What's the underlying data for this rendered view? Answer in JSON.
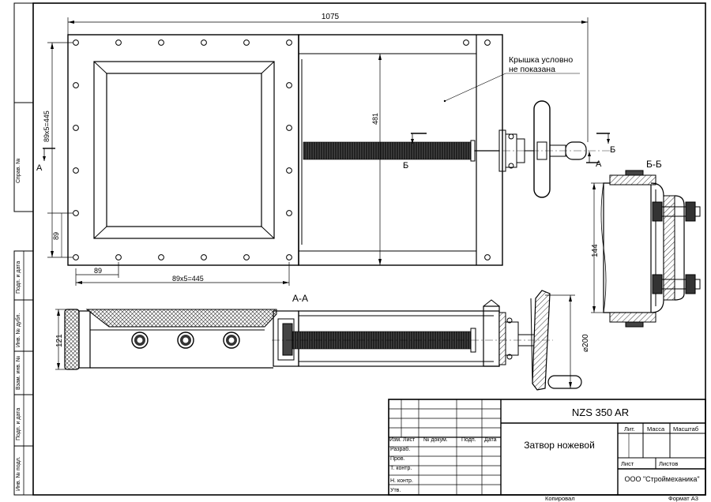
{
  "drawing": {
    "dims": {
      "overall_width": "1075",
      "height_481": "481",
      "side_pitch": "89x5=445",
      "bottom_pitch": "89x5=445",
      "side_89": "89",
      "bottom_89": "89",
      "section_121": "121",
      "diameter_200": "⌀200",
      "section_144": "144"
    },
    "note": {
      "line1": "Крышка условно",
      "line2": "не показана"
    },
    "section_marks": {
      "a_left": "A",
      "a_right": "A",
      "b_top": "Б",
      "b_right": "Б",
      "section_aa": "А-А",
      "section_bb": "Б-Б"
    }
  },
  "side_stamps": [
    "Справ. №",
    "Подп. и дата",
    "Инв. № дубл.",
    "Взам. инв. №",
    "Подп. и дата",
    "Инв. № подл."
  ],
  "title_block": {
    "designation": "NZS 350 AR",
    "name": "Затвор ножевой",
    "company": "ООО \"Строймеханика\"",
    "header": {
      "izm": "Изм.",
      "list": "Лист",
      "doc": "№ докум.",
      "sign": "Подп.",
      "date": "Дата"
    },
    "rows": {
      "razrab": "Разраб.",
      "prov": "Пров.",
      "tkontr": "Т. контр.",
      "nkontr": "Н. контр.",
      "utv": "Утв."
    },
    "lit": "Лит.",
    "mass": "Масса",
    "scale": "Масштаб",
    "sheet": "Лист",
    "sheets": "Листов"
  },
  "footer": {
    "copied": "Копировал",
    "format": "Формат А3"
  }
}
